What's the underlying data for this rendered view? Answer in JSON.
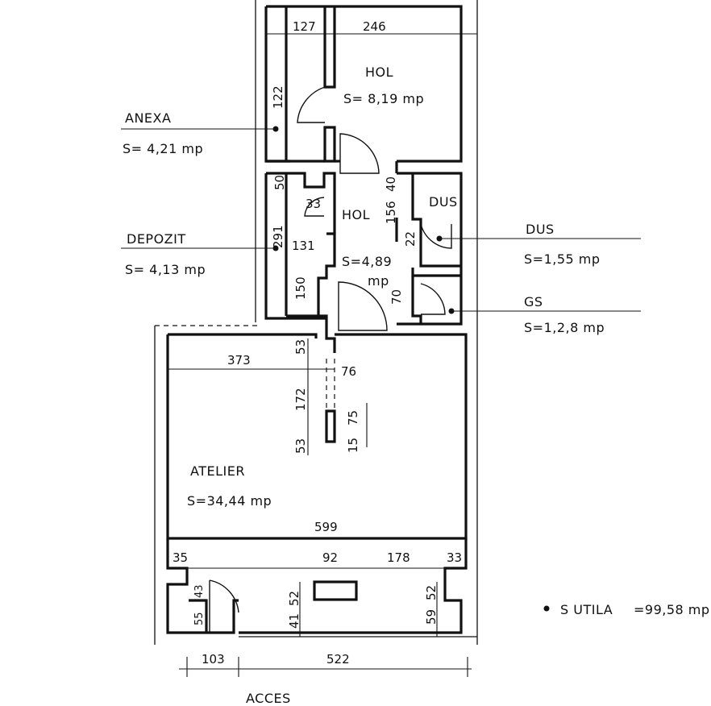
{
  "rooms": {
    "hol_top": {
      "name": "HOL",
      "area": "S= 8,19 mp"
    },
    "anexa": {
      "name": "ANEXA",
      "area": "S= 4,21 mp"
    },
    "depozit": {
      "name": "DEPOZIT",
      "area": "S= 4,13 mp"
    },
    "hol_mid": {
      "name": "HOL",
      "area_line1": "S=4,89",
      "area_line2": "mp"
    },
    "dus": {
      "name_inner": "DUS",
      "name": "DUS",
      "area": "S=1,55 mp"
    },
    "gs": {
      "name": "GS",
      "area": "S=1,2,8 mp"
    },
    "atelier": {
      "name": "ATELIER",
      "area": "S=34,44 mp"
    },
    "acces": {
      "name": "ACCES"
    }
  },
  "total": {
    "label": "S   UTILA",
    "value": "=99,58 mp"
  },
  "dimensions": {
    "d127": "127",
    "d246": "246",
    "d122": "122",
    "d50": "50",
    "d33": "33",
    "d40": "40",
    "d156": "156",
    "d291": "291",
    "d131": "131",
    "d150": "150",
    "d22": "22",
    "d70": "70",
    "d53a": "53",
    "d373": "373",
    "d76": "76",
    "d172": "172",
    "d53b": "53",
    "d15": "15",
    "d75": "75",
    "d599": "599",
    "d35": "35",
    "d92": "92",
    "d178": "178",
    "d33b": "33",
    "d43": "43",
    "d55": "55",
    "d41": "41",
    "d52a": "52",
    "d59": "59",
    "d52b": "52",
    "d103": "103",
    "d522": "522"
  }
}
